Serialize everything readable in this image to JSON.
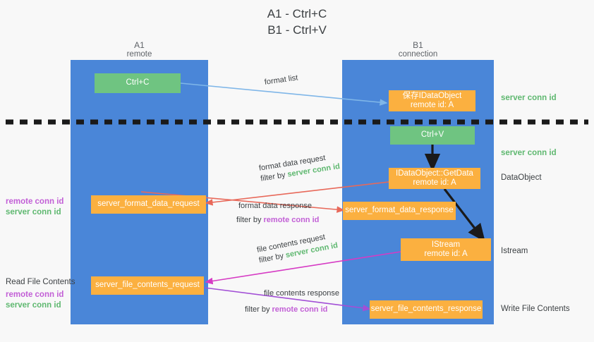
{
  "title": {
    "line1": "A1 - Ctrl+C",
    "line2": "B1 - Ctrl+V"
  },
  "columns": [
    {
      "name": "A1",
      "sub": "remote"
    },
    {
      "name": "B1",
      "sub": "connection"
    }
  ],
  "nodes": {
    "ctrl_c": "Ctrl+C",
    "ctrl_v": "Ctrl+V",
    "save_idataobject_l1": "保存IDataObject",
    "save_idataobject_l2": "remote id: A",
    "getdata_l1": "IDataObject::GetData",
    "getdata_l2": "remote id: A",
    "istream_l1": "IStream",
    "istream_l2": "remote id: A",
    "server_format_data_request": "server_format_data_request",
    "server_format_data_response": "server_format_data_response",
    "server_file_contents_request": "server_file_contents_request",
    "server_file_contents_response": "server_file_contents_response"
  },
  "edge_labels": {
    "format_list": "format list",
    "format_data_request": "format data request",
    "format_data_request_filter_pre": "filter by ",
    "format_data_request_filter_key": "server conn id",
    "format_data_response": "format data response",
    "format_data_response_filter_pre": "filter by ",
    "format_data_response_filter_key": "remote conn id",
    "file_contents_request": "file contents request",
    "file_contents_request_filter_pre": "filter by ",
    "file_contents_request_filter_key": "server conn id",
    "file_contents_response": "file contents response",
    "file_contents_response_filter_pre": "filter by ",
    "file_contents_response_filter_key": "remote conn id"
  },
  "right_labels": {
    "server_conn_id_top": "server conn id",
    "server_conn_id_mid": "server conn id",
    "dataobject": "DataObject",
    "istream": "Istream",
    "write_file_contents": "Write File Contents"
  },
  "left_labels": {
    "remote_conn_id_upper": "remote conn id",
    "server_conn_id_upper": "server conn id",
    "read_file_contents": "Read File Contents",
    "remote_conn_id_lower": "remote conn id",
    "server_conn_id_lower": "server conn id"
  },
  "colors": {
    "swimlane": "#4a86d8",
    "green_node": "#6fc481",
    "orange_node": "#fbb040",
    "server_conn_id": "#5fb870",
    "remote_conn_id": "#c25fd6",
    "arrow_blue": "#7fb6e8",
    "arrow_red": "#e8695a",
    "arrow_magenta": "#d63bc4",
    "arrow_purple": "#a24fd6",
    "arrow_black": "#1a1a1a",
    "divider": "#1a1a1a",
    "background": "#f8f8f8"
  }
}
